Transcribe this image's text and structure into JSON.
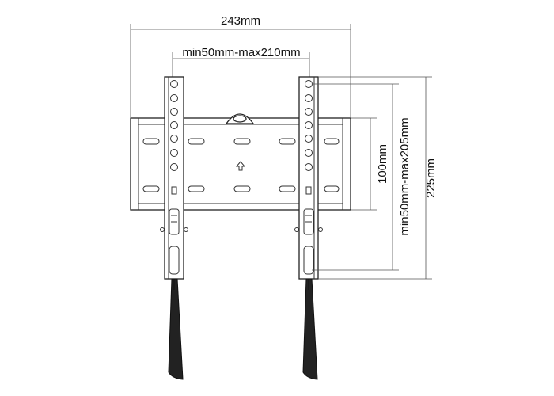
{
  "dimensions": {
    "overall_width": "243mm",
    "vesa_horizontal": "min50mm-max210mm",
    "vesa_vertical_fixed": "100mm",
    "vesa_vertical_range": "min50mm-max205mm",
    "overall_height": "225mm"
  },
  "icons": {
    "center_arrow": "up-arrow-icon",
    "top_hook": "hook-icon"
  }
}
